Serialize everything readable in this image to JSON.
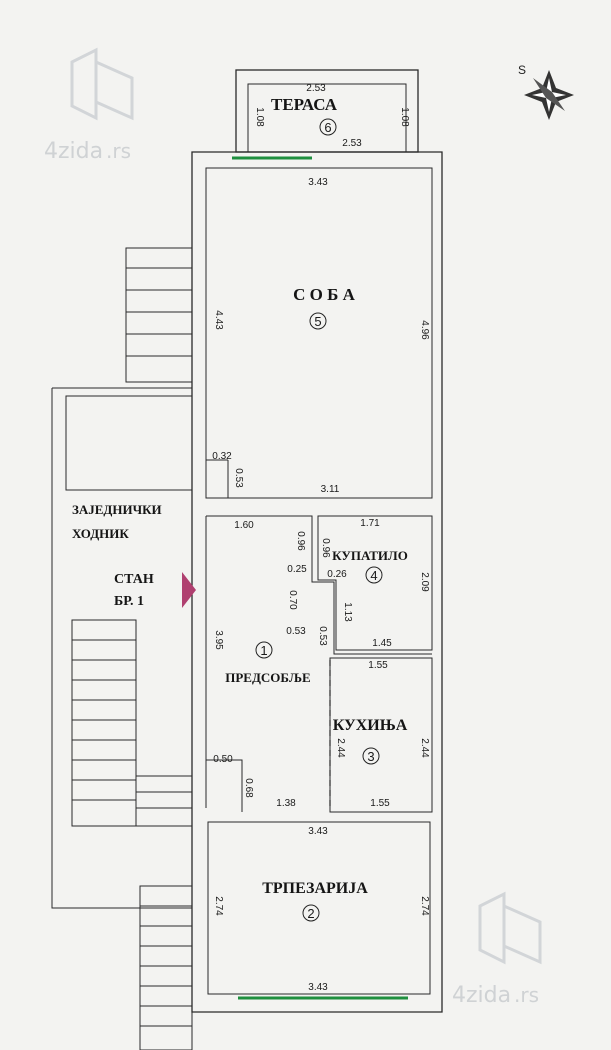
{
  "watermark": {
    "brand": "4zida",
    "suffix": ".rs"
  },
  "compass": {
    "letter": "S"
  },
  "rooms": [
    {
      "id": "terasa",
      "name": "ТЕРАСА",
      "number": "6"
    },
    {
      "id": "soba",
      "name": "С О Б А",
      "number": "5"
    },
    {
      "id": "kupatilo",
      "name": "КУПАТИЛО",
      "number": "4"
    },
    {
      "id": "kuhinja",
      "name": "КУХИЊА",
      "number": "3"
    },
    {
      "id": "predsoblje",
      "name": "ПРЕДСОБЉЕ",
      "number": "1"
    },
    {
      "id": "trpezarija",
      "name": "ТРПЕЗАРИЈА",
      "number": "2"
    }
  ],
  "labels": {
    "corridor_line1": "ЗАЈЕДНИЧКИ",
    "corridor_line2": "ХОДНИК",
    "apt_line1": "СТАН",
    "apt_line2": "БР. 1"
  },
  "dimensions": {
    "terasa_top": "2.53",
    "terasa_bottom": "2.53",
    "terasa_left": "1.08",
    "terasa_right": "1.08",
    "soba_top": "3.43",
    "soba_left": "4.43",
    "soba_right": "4.96",
    "soba_notch_w": "0.32",
    "soba_notch_h": "0.53",
    "soba_bottom": "3.11",
    "pred_top": "1.60",
    "pred_wall1": "0.96",
    "pred_step1": "0.25",
    "pred_wall2": "0.70",
    "pred_step2": "0.53",
    "pred_wall3": "0.53",
    "pred_left": "3.95",
    "pred_notch_w": "0.50",
    "pred_notch_h": "0.68",
    "pred_bottom": "1.38",
    "kup_top": "1.71",
    "kup_wall": "0.96",
    "kup_step": "0.26",
    "kup_left": "1.13",
    "kup_right": "2.09",
    "kup_bottom": "1.45",
    "kuh_top": "1.55",
    "kuh_left": "2.44",
    "kuh_right": "2.44",
    "kuh_bottom": "1.55",
    "trp_top": "3.43",
    "trp_left": "2.74",
    "trp_right": "2.74",
    "trp_bottom": "3.43"
  }
}
